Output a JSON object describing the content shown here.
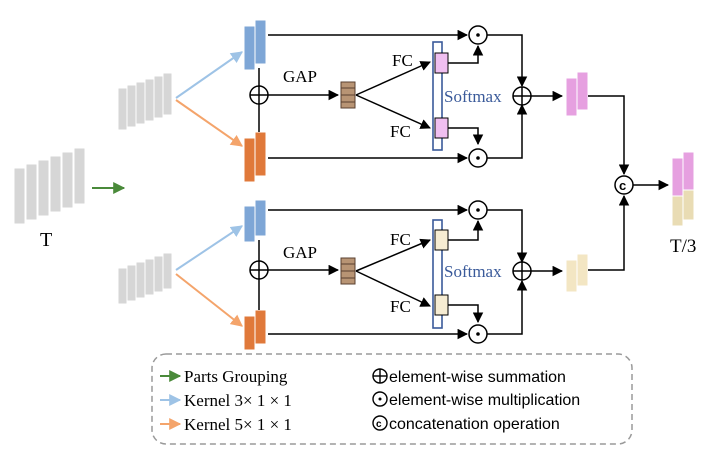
{
  "labels": {
    "input": "T",
    "output": "T/3",
    "gap_top": "GAP",
    "gap_bottom": "GAP",
    "fc_1": "FC",
    "fc_2": "FC",
    "fc_3": "FC",
    "fc_4": "FC",
    "softmax_top": "Softmax",
    "softmax_bottom": "Softmax"
  },
  "legend": {
    "parts_grouping": "Parts Grouping",
    "kernel_3": "Kernel 3× 1 × 1",
    "kernel_5": "Kernel 5× 1 × 1",
    "sum": "element-wise summation",
    "mult": "element-wise multiplication",
    "concat": "concatenation operation"
  },
  "colors": {
    "green_arrow": "#4a8a3a",
    "blue_arrow": "#9ec3e6",
    "orange_arrow": "#f4a46b",
    "blue_feature": "#7ea6d6",
    "orange_feature": "#e0793a",
    "pink_feature": "#e6a0e0",
    "cream_feature": "#f3e6c3",
    "gap_brown": "#b89474",
    "softmax_blue": "#3a5a9a",
    "gray_feature": "#d9d9d9"
  }
}
